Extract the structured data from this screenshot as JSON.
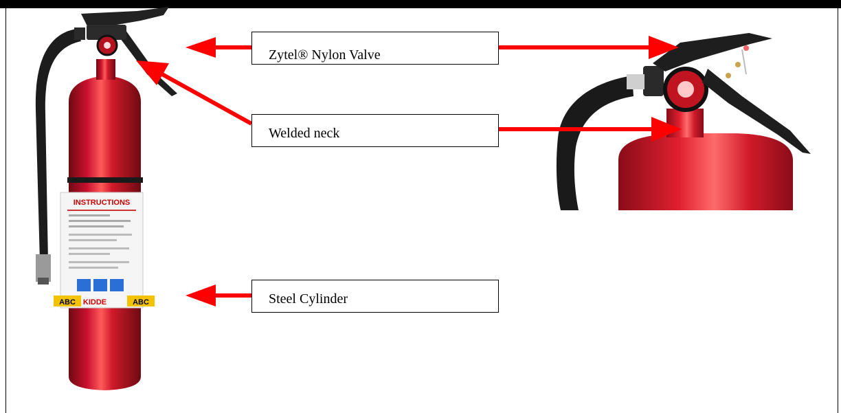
{
  "labels": {
    "valve": "Zytel® Nylon Valve",
    "neck": "Welded neck",
    "cylinder": "Steel Cylinder"
  },
  "extinguisher_label": {
    "heading": "INSTRUCTIONS",
    "class_left": "ABC",
    "brand": "KIDDE",
    "class_right": "ABC"
  },
  "colors": {
    "arrow": "#ff0000",
    "cylinder": "#c8102e",
    "valve_black": "#1a1a1a"
  }
}
